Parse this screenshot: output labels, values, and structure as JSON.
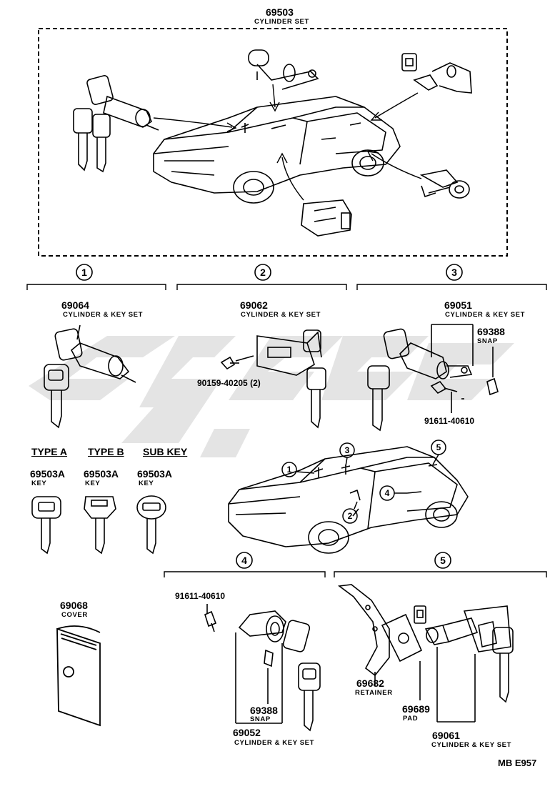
{
  "top_set": {
    "part_no": "69503",
    "name": "CYLINDER SET"
  },
  "section_numbers": [
    "1",
    "2",
    "3",
    "4",
    "5"
  ],
  "section1": {
    "part_no": "69064",
    "name": "CYLINDER & KEY SET"
  },
  "section2": {
    "part_no": "69062",
    "name": "CYLINDER & KEY SET",
    "bolt": "90159-40205 (2)"
  },
  "section3": {
    "part_no": "69051",
    "name": "CYLINDER & KEY SET",
    "snap_no": "69388",
    "snap": "SNAP",
    "bolt": "91611-40610"
  },
  "keys": [
    {
      "type": "TYPE A",
      "part_no": "69503A",
      "name": "KEY"
    },
    {
      "type": "TYPE B",
      "part_no": "69503A",
      "name": "KEY"
    },
    {
      "type": "SUB KEY",
      "part_no": "69503A",
      "name": "KEY"
    }
  ],
  "cover": {
    "part_no": "69068",
    "name": "COVER"
  },
  "section4": {
    "bolt": "91611-40610",
    "snap_no": "69388",
    "snap": "SNAP",
    "part_no": "69052",
    "name": "CYLINDER & KEY SET"
  },
  "section5": {
    "retainer_no": "69682",
    "retainer": "RETAINER",
    "pad_no": "69689",
    "pad": "PAD",
    "part_no": "69061",
    "name": "CYLINDER & KEY SET"
  },
  "diagram_code": "MB E957"
}
